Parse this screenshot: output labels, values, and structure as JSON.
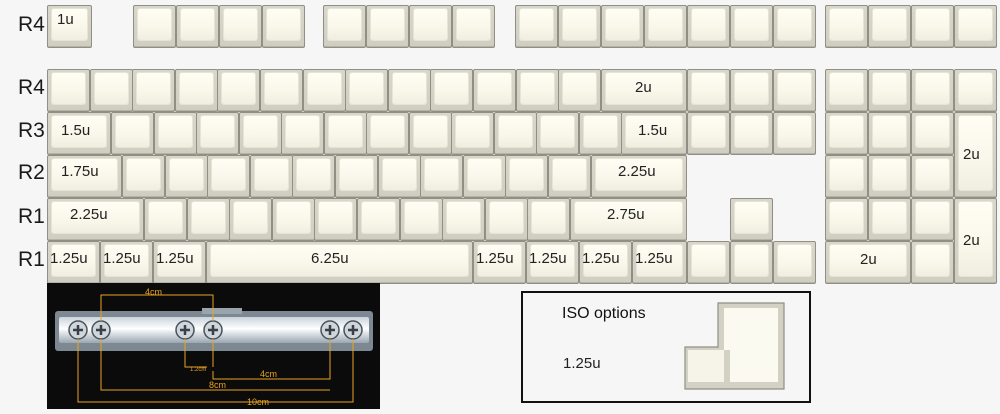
{
  "row_labels": [
    "R4",
    "R4",
    "R3",
    "R2",
    "R1",
    "R1"
  ],
  "key_labels": {
    "r0_1u": "1u",
    "r1_2u": "2u",
    "r2_left": "1.5u",
    "r2_right": "1.5u",
    "np_plus": "2u",
    "r3_left": "1.75u",
    "r3_right": "2.25u",
    "r4_left": "2.25u",
    "r4_right": "2.75u",
    "np_enter": "2u",
    "mod_1": "1.25u",
    "mod_2": "1.25u",
    "mod_3": "1.25u",
    "space": "6.25u",
    "mod_4": "1.25u",
    "mod_5": "1.25u",
    "mod_6": "1.25u",
    "mod_7": "1.25u",
    "np_zero": "2u"
  },
  "iso": {
    "title": "ISO options",
    "key_label": "1.25u"
  },
  "stabilizer": {
    "dim_4cm_top": "4cm",
    "dim_1_2cm": "1.2cm",
    "dim_4cm_bottom": "4cm",
    "dim_8cm": "8cm",
    "dim_10cm": "10cm",
    "accent_color": "#e8a320"
  },
  "colors": {
    "keycap": "#fbfaf0",
    "key_side": "#d3d1c3",
    "background": "#f6f6f6"
  }
}
